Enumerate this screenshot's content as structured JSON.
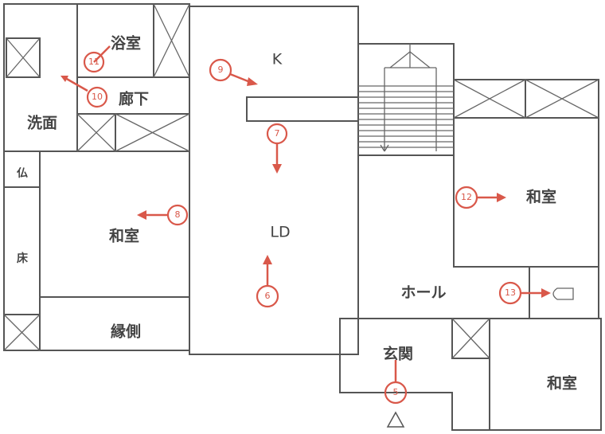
{
  "rooms": {
    "bath": "浴室",
    "corridor": "廊下",
    "washroom": "洗面",
    "kitchen": "K",
    "altar": "仏",
    "alcove": "床",
    "japanese_room_left": "和室",
    "veranda": "縁側",
    "living_dining": "LD",
    "japanese_room_right": "和室",
    "hall": "ホール",
    "entrance": "玄関",
    "japanese_room_bottom": "和室"
  },
  "photo_markers": [
    "11",
    "10",
    "9",
    "7",
    "8",
    "6",
    "12",
    "13",
    "5"
  ],
  "colors": {
    "marker": "#d9584a",
    "wall": "#555555"
  }
}
